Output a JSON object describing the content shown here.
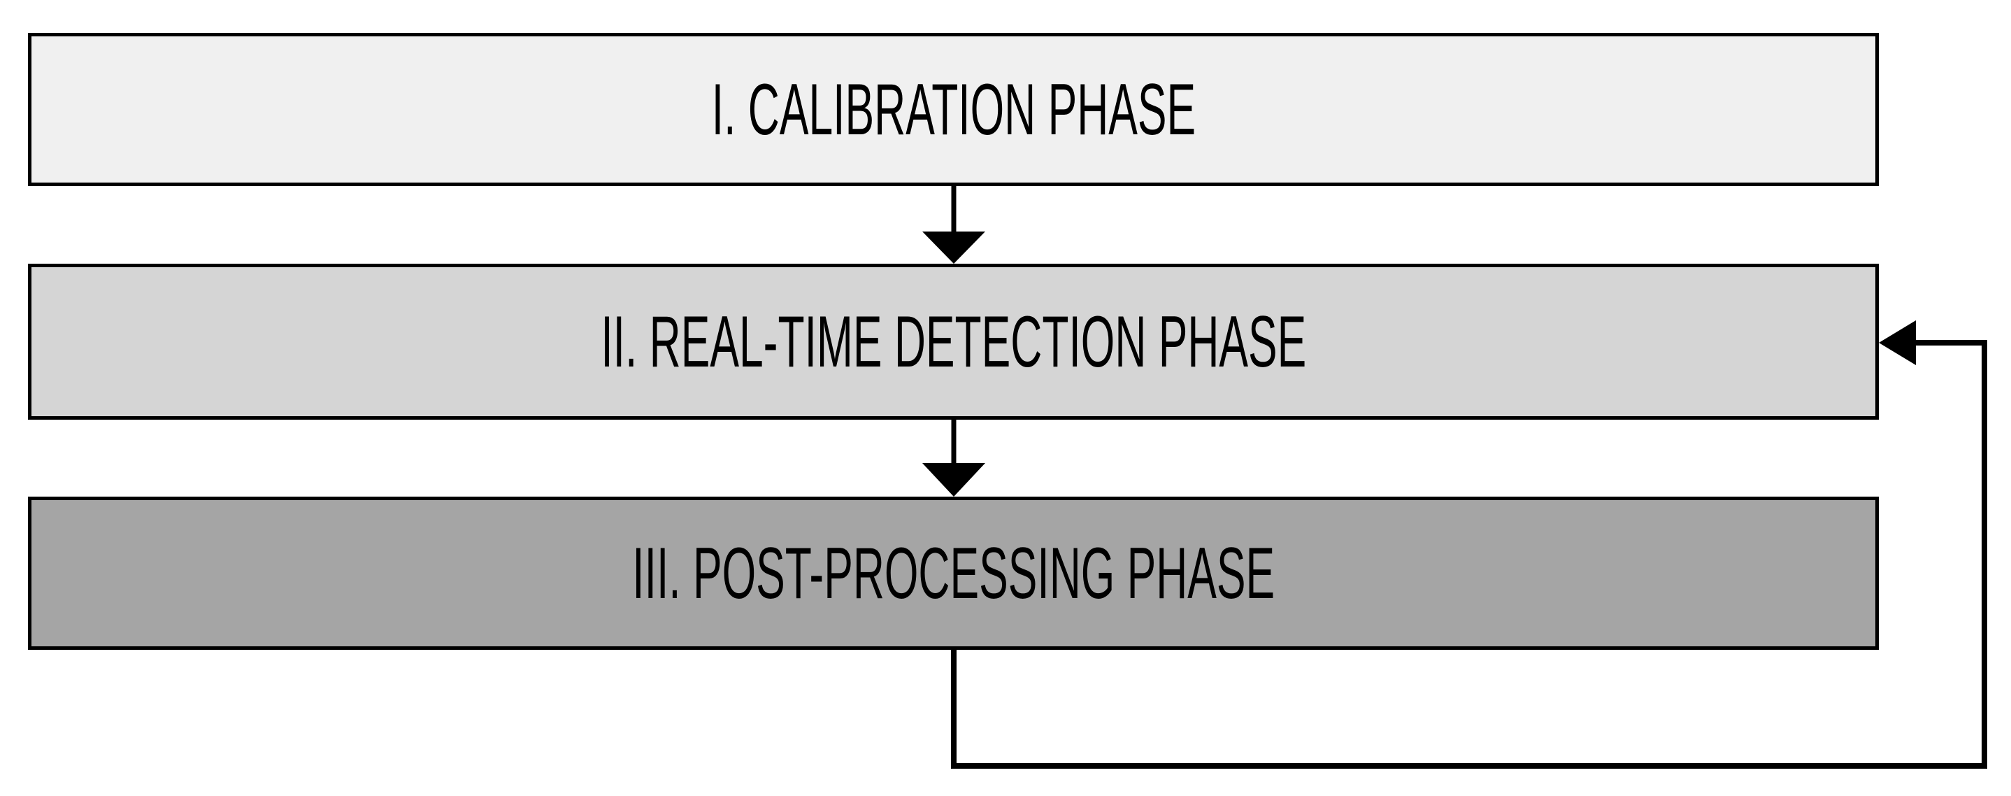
{
  "diagram": {
    "title": "Three-phase processing pipeline flowchart",
    "background_color": "#FFFFFF",
    "stroke_color": "#000000",
    "boxes": [
      {
        "id": "calibration",
        "label": "I. CALIBRATION PHASE",
        "fill_color": "#F0F0F0",
        "order": 1
      },
      {
        "id": "detection",
        "label": "II. REAL-TIME DETECTION PHASE",
        "fill_color": "#D5D5D5",
        "order": 2
      },
      {
        "id": "postprocessing",
        "label": "III. POST-PROCESSING PHASE",
        "fill_color": "#A5A5A5",
        "order": 3
      }
    ],
    "connectors": [
      {
        "id": "calibration-to-detection",
        "from": "calibration",
        "to": "detection",
        "direction": "down",
        "style": "straight-arrow"
      },
      {
        "id": "detection-to-postprocessing",
        "from": "detection",
        "to": "postprocessing",
        "direction": "down",
        "style": "straight-arrow"
      },
      {
        "id": "postprocessing-to-detection-feedback",
        "from": "postprocessing",
        "to": "detection",
        "direction": "loop-right-up-left",
        "style": "elbow-arrow"
      }
    ]
  }
}
